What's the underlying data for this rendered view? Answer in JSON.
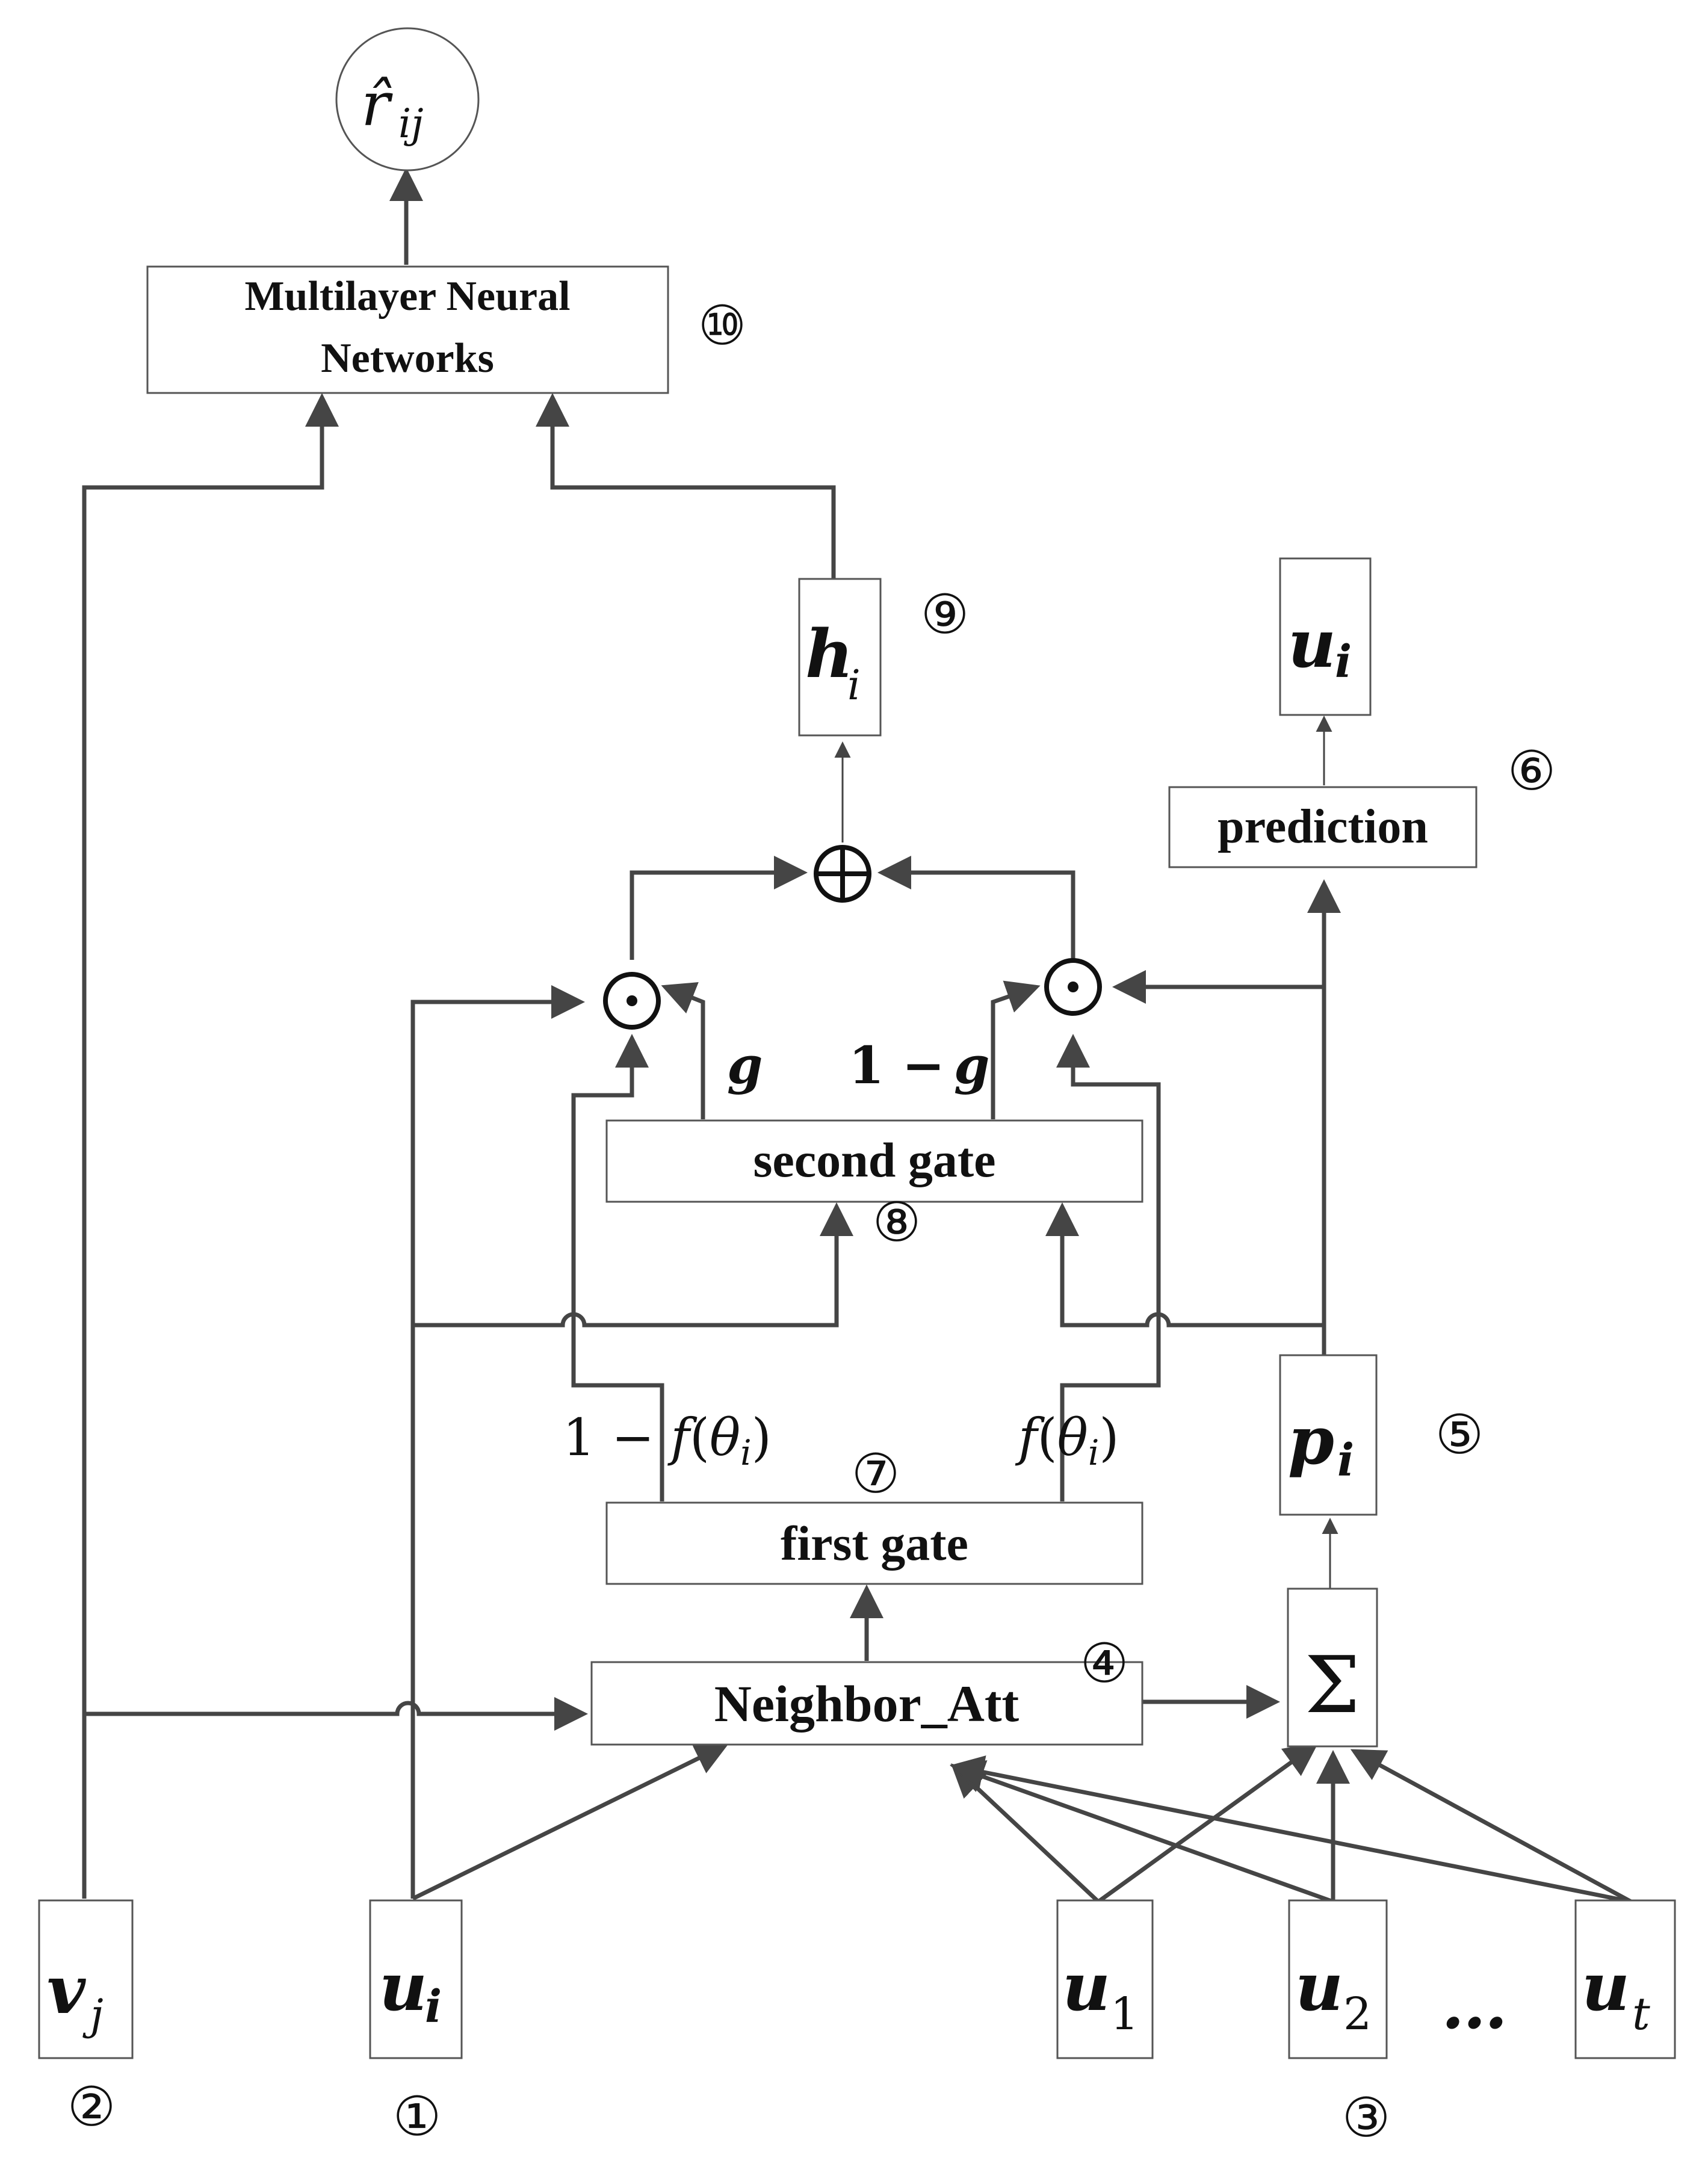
{
  "nodes": {
    "output": {
      "label": "r̂",
      "subscript": "ij"
    },
    "mlp": {
      "line1": "Multilayer Neural",
      "line2": "Networks",
      "num": "⑩"
    },
    "h": {
      "label": "h",
      "subscript": "i",
      "num": "⑨"
    },
    "u_pred": {
      "label": "u",
      "subscript": "i"
    },
    "prediction": {
      "label": "prediction",
      "num": "⑥"
    },
    "second_gate": {
      "label": "second gate",
      "num": "⑧"
    },
    "first_gate": {
      "label": "first gate",
      "num": "⑦"
    },
    "neighbor_att": {
      "label": "Neighbor_Att",
      "num": "④"
    },
    "p": {
      "label": "p",
      "subscript": "i",
      "num": "⑤"
    },
    "sum": {
      "label": "Σ"
    },
    "v": {
      "label": "v",
      "subscript": "j",
      "num": "②"
    },
    "u_in": {
      "label": "u",
      "subscript": "i",
      "num": "①"
    },
    "u1": {
      "label": "u",
      "subscript": "1"
    },
    "u2": {
      "label": "u",
      "subscript": "2"
    },
    "ut": {
      "label": "u",
      "subscript": "t"
    },
    "neighbors": {
      "ellipsis": "…",
      "num": "③"
    }
  },
  "edge_labels": {
    "g": "g",
    "one_minus_g": {
      "prefix": "1 − ",
      "var": "g"
    },
    "one_minus_f": {
      "prefix": "1 − ",
      "fn": "f",
      "open": "(",
      "theta": "θ",
      "sub": "i",
      "close": ")"
    },
    "f": {
      "fn": "f",
      "open": "(",
      "theta": "θ",
      "sub": "i",
      "close": ")"
    }
  },
  "operators": {
    "plus": "⊕",
    "dot_left": "⊙",
    "dot_right": "⊙"
  }
}
